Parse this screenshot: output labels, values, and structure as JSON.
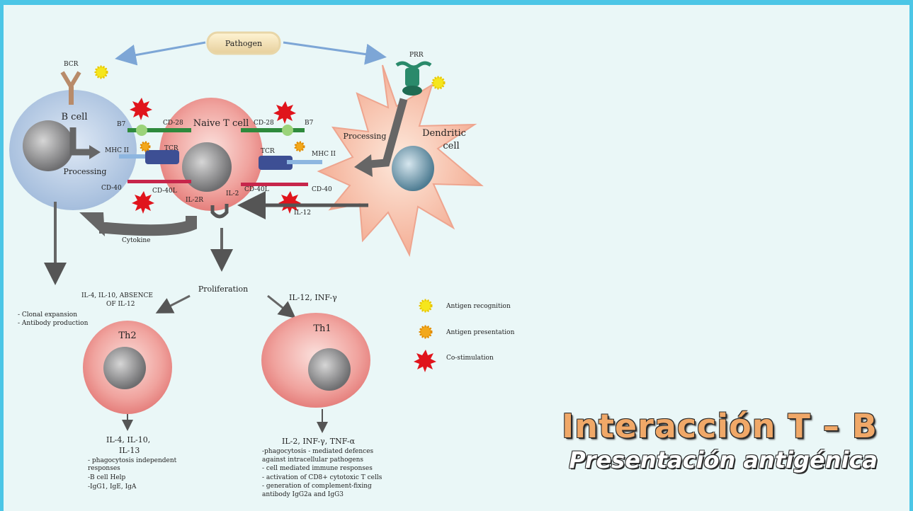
{
  "title": {
    "main": "Interacción T – B",
    "subtitle": "Presentación antigénica"
  },
  "diagram": {
    "pathogen": "Pathogen",
    "bcr": "BCR",
    "prr": "PRR",
    "b_cell": "B cell",
    "naive_t_cell": "Naive T cell",
    "dendritic_cell_line1": "Dendritic",
    "dendritic_cell_line2": "cell",
    "processing_left": "Processing",
    "processing_right": "Processing",
    "b7_left": "B7",
    "cd28_left": "CD-28",
    "mhc2_left": "MHC II",
    "tcr_left": "TCR",
    "cd40_left": "CD-40",
    "cd40l_left": "CD-40L",
    "cd28_right": "CD-28",
    "b7_right": "B7",
    "tcr_right": "TCR",
    "mhc2_right": "MHC II",
    "cd40l_right": "CD-40L",
    "cd40_right": "CD-40",
    "il2r": "IL-2R",
    "il2": "IL-2",
    "il12": "IL-12",
    "cytokine": "Cytokine",
    "proliferation": "Proliferation",
    "th2_condition_line1": "IL-4, IL-10, ABSENCE",
    "th2_condition_line2": "OF IL-12",
    "th1_condition": "IL-12, INF-γ",
    "b_outcomes": [
      "- Clonal expansion",
      "- Antibody production"
    ],
    "th2": "Th2",
    "th1": "Th1",
    "th2_cytokines_line1": "IL-4, IL-10,",
    "th2_cytokines_line2": "IL-13",
    "th2_effects": [
      "- phagocytosis independent",
      "responses",
      "-B cell Help",
      "-IgG1, IgE, IgA"
    ],
    "th1_cytokines": "IL-2, INF-γ, TNF-α",
    "th1_effects": [
      "-phagocytosis - mediated defences",
      "against intracellular pathogens",
      "- cell mediated immune responses",
      "- activation of CD8+ cytotoxic T cells",
      "- generation of complement-fixing",
      "antibody IgG2a and IgG3"
    ]
  },
  "legend": [
    {
      "label": "Antigen recognition",
      "color": "#f5e61c"
    },
    {
      "label": "Antigen presentation",
      "color": "#f2a81c"
    },
    {
      "label": "Co-stimulation",
      "color": "#e0141c"
    }
  ]
}
